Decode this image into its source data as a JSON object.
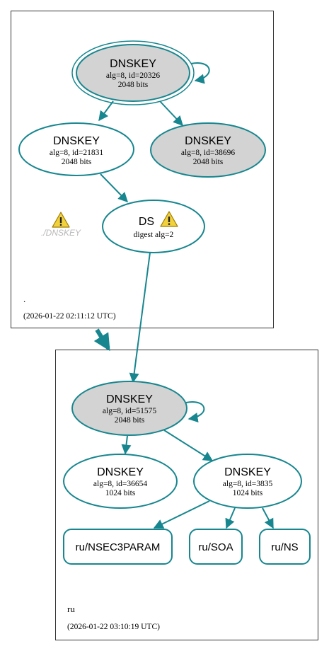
{
  "colors": {
    "edge": "#17868f",
    "node_fill_ksk": "#d3d3d3",
    "node_fill_zsk": "#ffffff",
    "box_border": "#333333",
    "warning_fill": "#f2d23c",
    "warning_stroke": "#a07c00",
    "muted_text": "#b8b8b8"
  },
  "icons": {
    "warning": "warning-triangle-icon"
  },
  "root_zone": {
    "name": ".",
    "timestamp": "(2026-01-22 02:11:12 UTC)",
    "ghost_label": "./DNSKEY",
    "ds_node": {
      "title": "DS",
      "line1": "digest alg=2"
    },
    "dnskeys": [
      {
        "title": "DNSKEY",
        "line1": "alg=8, id=20326",
        "line2": "2048 bits"
      },
      {
        "title": "DNSKEY",
        "line1": "alg=8, id=21831",
        "line2": "2048 bits"
      },
      {
        "title": "DNSKEY",
        "line1": "alg=8, id=38696",
        "line2": "2048 bits"
      }
    ]
  },
  "ru_zone": {
    "name": "ru",
    "timestamp": "(2026-01-22 03:10:19 UTC)",
    "dnskeys": [
      {
        "title": "DNSKEY",
        "line1": "alg=8, id=51575",
        "line2": "2048 bits"
      },
      {
        "title": "DNSKEY",
        "line1": "alg=8, id=36654",
        "line2": "1024 bits"
      },
      {
        "title": "DNSKEY",
        "line1": "alg=8, id=3835",
        "line2": "1024 bits"
      }
    ],
    "rrsets": [
      {
        "label": "ru/NSEC3PARAM"
      },
      {
        "label": "ru/SOA"
      },
      {
        "label": "ru/NS"
      }
    ]
  }
}
